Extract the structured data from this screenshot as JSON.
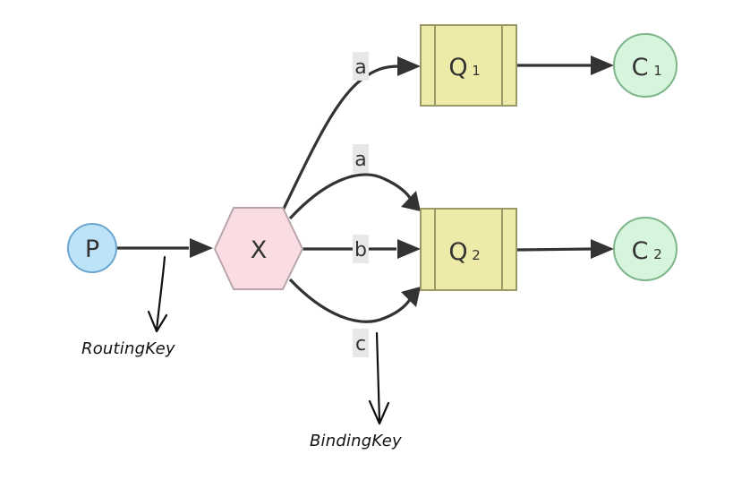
{
  "nodes": {
    "producer": {
      "label": "P",
      "color": "#bde3f8"
    },
    "exchange": {
      "label": "X",
      "color": "#fadce3"
    },
    "queue1": {
      "label": "Q",
      "sub": "1",
      "color": "#eeeaa8"
    },
    "queue2": {
      "label": "Q",
      "sub": "2",
      "color": "#eeeaa8"
    },
    "consumer1": {
      "label": "C",
      "sub": "1",
      "color": "#d6f5dc"
    },
    "consumer2": {
      "label": "C",
      "sub": "2",
      "color": "#d6f5dc"
    }
  },
  "edge_labels": {
    "x_q1_a": "a",
    "x_q2_a": "a",
    "x_q2_b": "b",
    "x_q2_c": "c",
    "label_bg": "#e8e8e8"
  },
  "annotations": {
    "routing_key": "RoutingKey",
    "binding_key": "BindingKey"
  }
}
